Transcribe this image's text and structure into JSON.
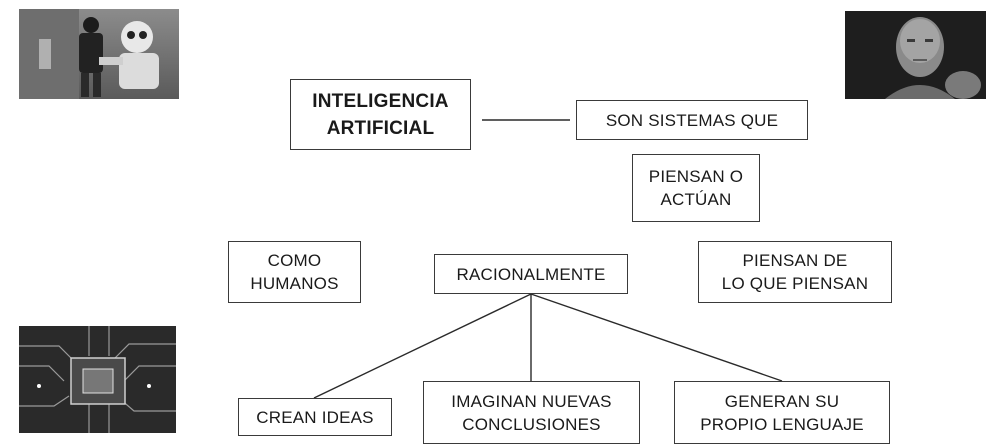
{
  "diagram": {
    "title": "INTELIGENCIA\nARTIFICIAL",
    "nodes": {
      "son_sistemas": "SON SISTEMAS QUE",
      "piensan_actuan": "PIENSAN O\nACTÚAN",
      "como_humanos": "COMO\nHUMANOS",
      "racionalmente": "RACIONALMENTE",
      "piensan_de": "PIENSAN DE\nLO QUE PIENSAN",
      "crean_ideas": "CREAN IDEAS",
      "imaginan": "IMAGINAN NUEVAS\nCONCLUSIONES",
      "generan": "GENERAN SU\nPROPIO LENGUAJE"
    }
  },
  "images": {
    "top_left": "robot-photo",
    "top_right": "humanoid-face-photo",
    "bottom_left": "circuit-chip-photo"
  }
}
